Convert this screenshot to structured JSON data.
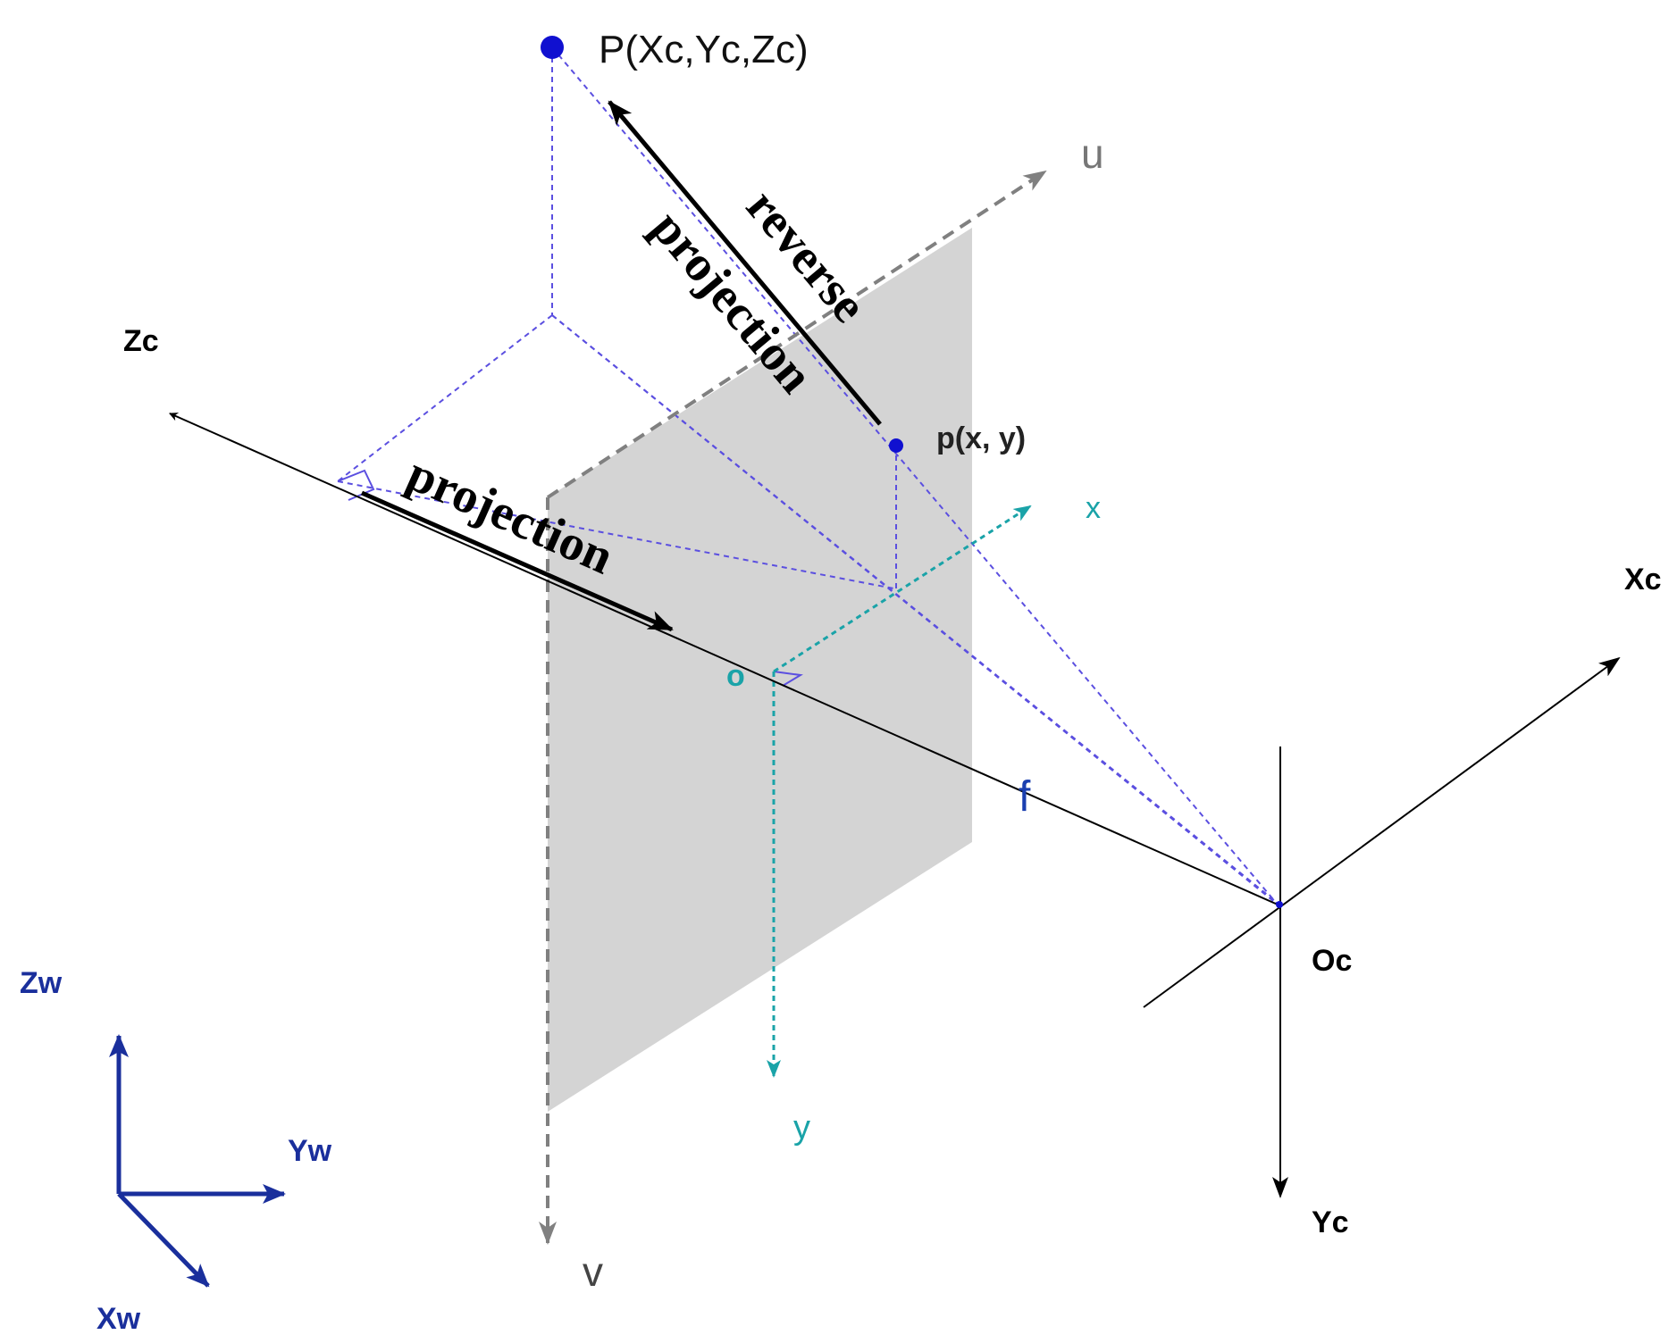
{
  "labels": {
    "world_point": "P(Xc,Yc,Zc)",
    "image_point": "p(x, y)",
    "axis_u": "u",
    "axis_v": "v",
    "axis_zc": "Zc",
    "axis_xc": "Xc",
    "axis_yc": "Yc",
    "origin_oc": "Oc",
    "image_x": "x",
    "image_y": "y",
    "image_origin": "o",
    "focal": "f",
    "world_zw": "Zw",
    "world_yw": "Yw",
    "world_xw": "Xw",
    "projection": "projection",
    "reverse_line1": "reverse",
    "reverse_line2": "projection"
  },
  "colors": {
    "ink": "#000000",
    "purple_dashed": "#5b4fe0",
    "cyan": "#1aa3a8",
    "gray_dashed": "#808080",
    "plane_fill": "#d4d4d4",
    "point_blue": "#1010d0",
    "world_axes": "#1a2f9c",
    "focal_blue": "#1a3fb0"
  }
}
